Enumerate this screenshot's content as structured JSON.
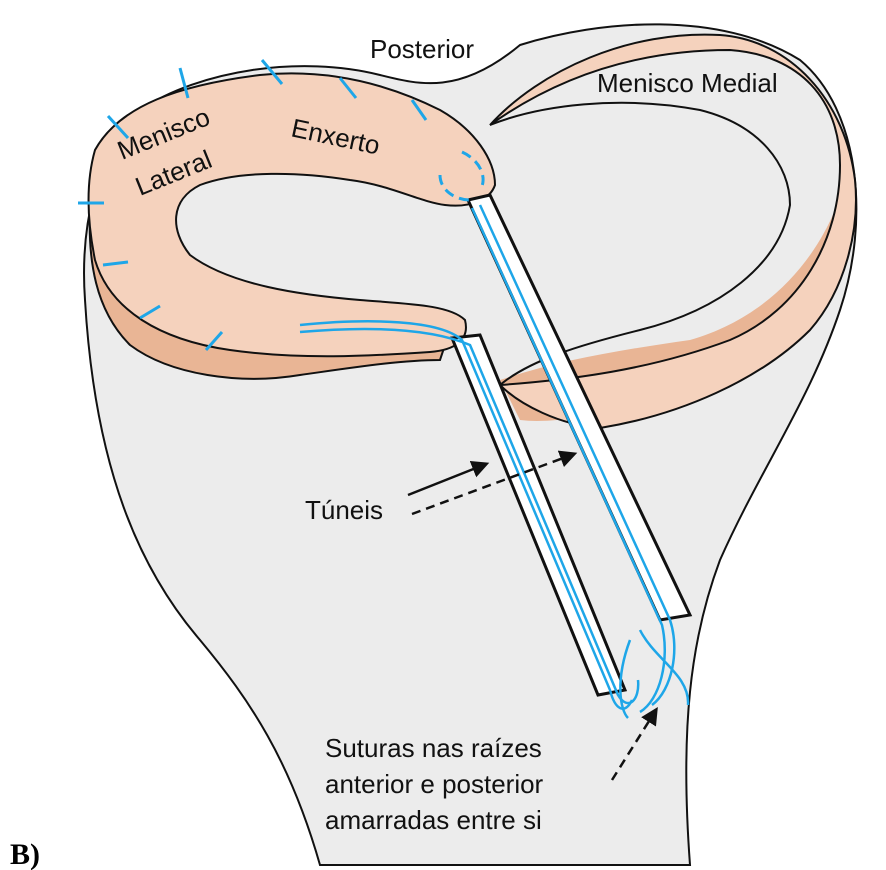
{
  "labels": {
    "posterior": "Posterior",
    "menisco_medial": "Menisco Medial",
    "menisco_lateral_1": "Menisco",
    "menisco_lateral_2": "Lateral",
    "enxerto": "Enxerto",
    "tuneis": "Túneis",
    "suturas_1": "Suturas nas raízes",
    "suturas_2": "anterior e posterior",
    "suturas_3": "amarradas entre si",
    "panel": "B)"
  },
  "colors": {
    "bone": "#ececec",
    "meniscus": "#f5d2bd",
    "meniscus_shadow": "#e9b595",
    "suture": "#1ea6e8",
    "outline": "#111111"
  }
}
